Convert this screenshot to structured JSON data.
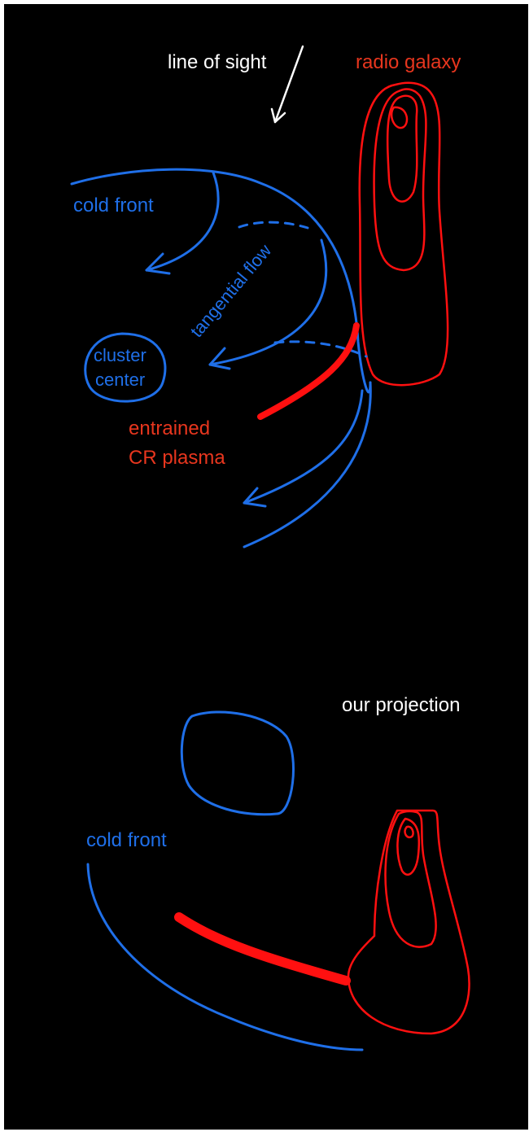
{
  "colors": {
    "background": "#000000",
    "flow": "#1f6fe8",
    "radio": "#ff1010",
    "text_white": "#ffffff"
  },
  "top_panel": {
    "line_of_sight": "line of sight",
    "radio_galaxy": "radio galaxy",
    "cold_front": "cold front",
    "tangential_flow": "tangential flow",
    "cluster_center_line1": "cluster",
    "cluster_center_line2": "center",
    "entrained_line1": "entrained",
    "entrained_line2": "CR plasma"
  },
  "bottom_panel": {
    "our_projection": "our projection",
    "cold_front": "cold front"
  }
}
